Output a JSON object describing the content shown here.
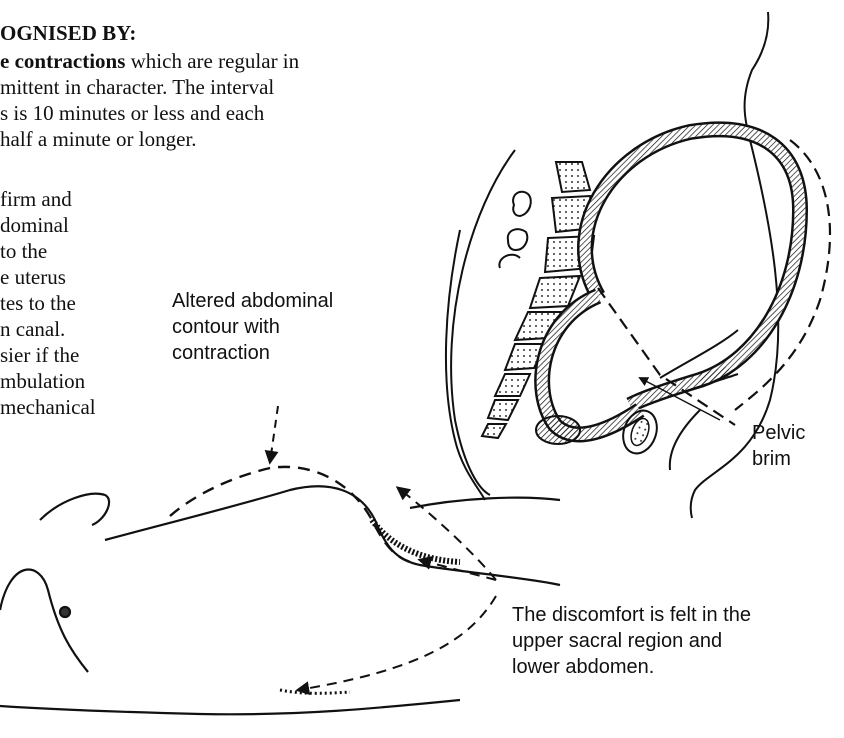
{
  "text_block": {
    "heading": "OGNISED BY:",
    "para1": [
      {
        "bold": "e contractions",
        "rest": " which are regular in"
      },
      {
        "bold": "",
        "rest": "mittent in character. The interval"
      },
      {
        "bold": "",
        "rest": "s is 10 minutes or less and each"
      },
      {
        "bold": "",
        "rest": "half a minute or longer."
      }
    ],
    "para2": [
      "firm and",
      "dominal",
      "to the",
      "e uterus",
      "tes to the",
      "n canal.",
      "sier if the",
      "mbulation",
      "mechanical"
    ]
  },
  "labels": {
    "abdominal_contour": [
      "Altered abdominal",
      "contour with",
      "contraction"
    ],
    "pelvic_brim": [
      "Pelvic",
      "brim"
    ],
    "discomfort": [
      "The discomfort is felt in the",
      "upper sacral region and",
      "lower abdomen."
    ]
  }
}
